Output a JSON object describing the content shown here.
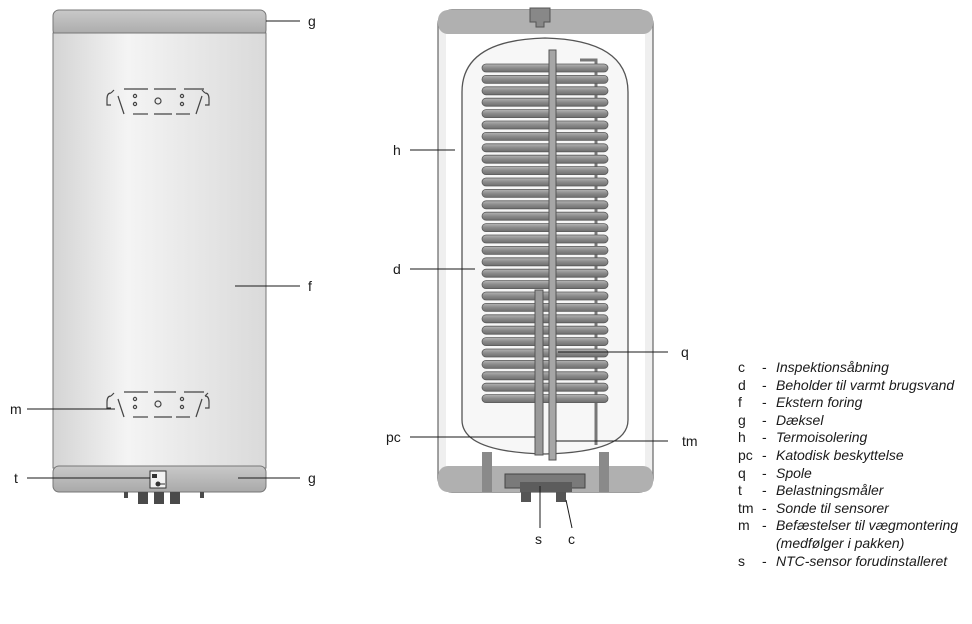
{
  "callouts": {
    "left": {
      "g_top": "g",
      "f": "f",
      "m": "m",
      "t": "t",
      "g_bottom": "g"
    },
    "right": {
      "h": "h",
      "d": "d",
      "q": "q",
      "pc": "pc",
      "tm": "tm",
      "s": "s",
      "c": "c"
    }
  },
  "legend": [
    {
      "code": "c",
      "text": "Inspektionsåbning"
    },
    {
      "code": "d",
      "text": "Beholder til varmt brugsvand"
    },
    {
      "code": "f",
      "text": "Ekstern foring"
    },
    {
      "code": "g",
      "text": "Dæksel"
    },
    {
      "code": "h",
      "text": "Termoisolering"
    },
    {
      "code": "pc",
      "text": "Katodisk beskyttelse"
    },
    {
      "code": "q",
      "text": "Spole"
    },
    {
      "code": "t",
      "text": "Belastningsmåler"
    },
    {
      "code": "tm",
      "text": "Sonde til sensorer"
    },
    {
      "code": "m",
      "text": "Befæstelser til vægmontering",
      "text2": "(medfølger i pakken)"
    },
    {
      "code": "s",
      "text": "NTC-sensor forudinstalleret"
    }
  ],
  "colors": {
    "jacket": "#e9e9e9",
    "cap": "#bdbdbd",
    "coil": "#8c8c8c",
    "outline": "#555555"
  }
}
